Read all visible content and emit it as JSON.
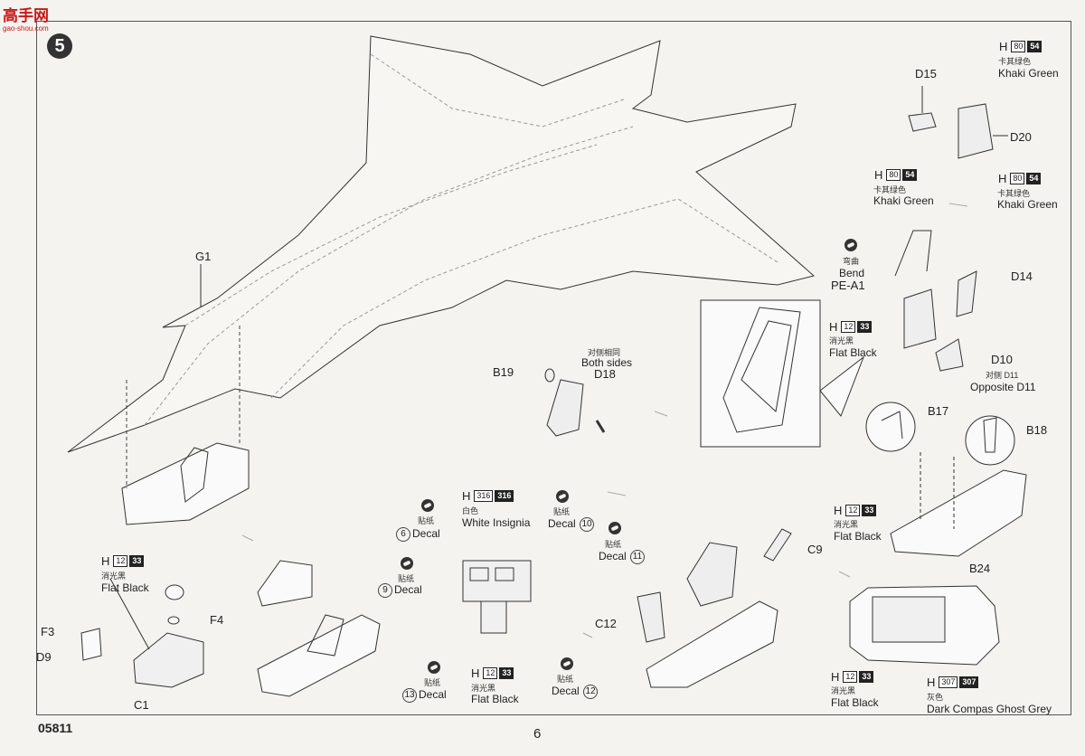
{
  "header": {
    "logo": "高手网",
    "logo_sub": "gao-shou.com",
    "step_number": "5"
  },
  "footer": {
    "kit_code": "05811",
    "page_number": "6"
  },
  "parts": {
    "g1": "G1",
    "d15": "D15",
    "d20": "D20",
    "d14": "D14",
    "pe_a1": "PE-A1",
    "d10": "D10",
    "b19": "B19",
    "d18": "D18",
    "b17": "B17",
    "b18": "B18",
    "b24": "B24",
    "c9": "C9",
    "c12": "C12",
    "f3": "F3",
    "d9": "D9",
    "f4": "F4",
    "c1": "C1"
  },
  "colors": {
    "h80": {
      "h": "H",
      "a": "80",
      "b": "54",
      "cn": "卡其绿色",
      "en": "Khaki Green"
    },
    "h12": {
      "h": "H",
      "a": "12",
      "b": "33",
      "cn": "消光黑",
      "en": "Flat Black"
    },
    "h316": {
      "h": "H",
      "a": "316",
      "b": "316",
      "cn": "白色",
      "en": "White Insignia"
    },
    "h307": {
      "h": "H",
      "a": "307",
      "b": "307",
      "cn": "灰色",
      "en": "Dark Compas Ghost Grey"
    }
  },
  "notes": {
    "bend_cn": "弯曲",
    "bend_en": "Bend",
    "both_cn": "对侧相同",
    "both_en": "Both sides",
    "opp_cn": "对侧 D11",
    "opp_en": "Opposite D11"
  },
  "decals": {
    "cn": "贴纸",
    "en": "Decal",
    "n6": "6",
    "n9": "9",
    "n10": "10",
    "n11": "11",
    "n12": "12",
    "n13": "13"
  }
}
